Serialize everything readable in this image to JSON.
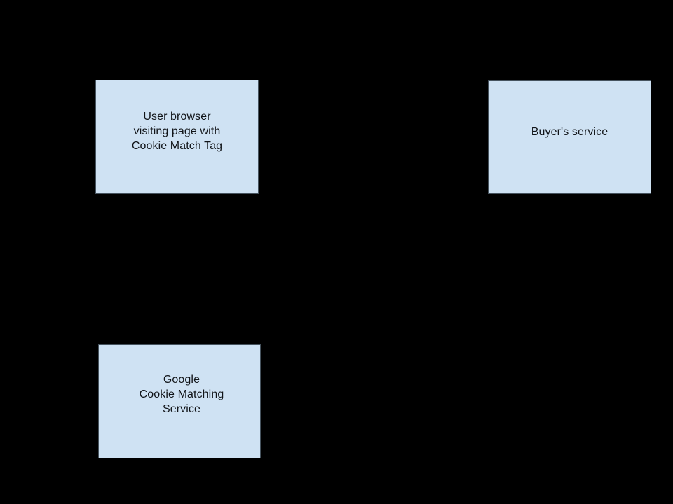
{
  "background_color": "#000000",
  "node_fill_color": "#cfe2f3",
  "node_border_color": "#46535e",
  "node_text_color": "#111418",
  "nodes": {
    "user_browser": {
      "lines": [
        "User browser",
        "visiting page with",
        "Cookie Match Tag"
      ]
    },
    "buyers_service": {
      "lines": [
        "Buyer's service"
      ]
    },
    "google_cookie_matching": {
      "lines": [
        "Google",
        "Cookie Matching",
        "Service"
      ]
    }
  }
}
